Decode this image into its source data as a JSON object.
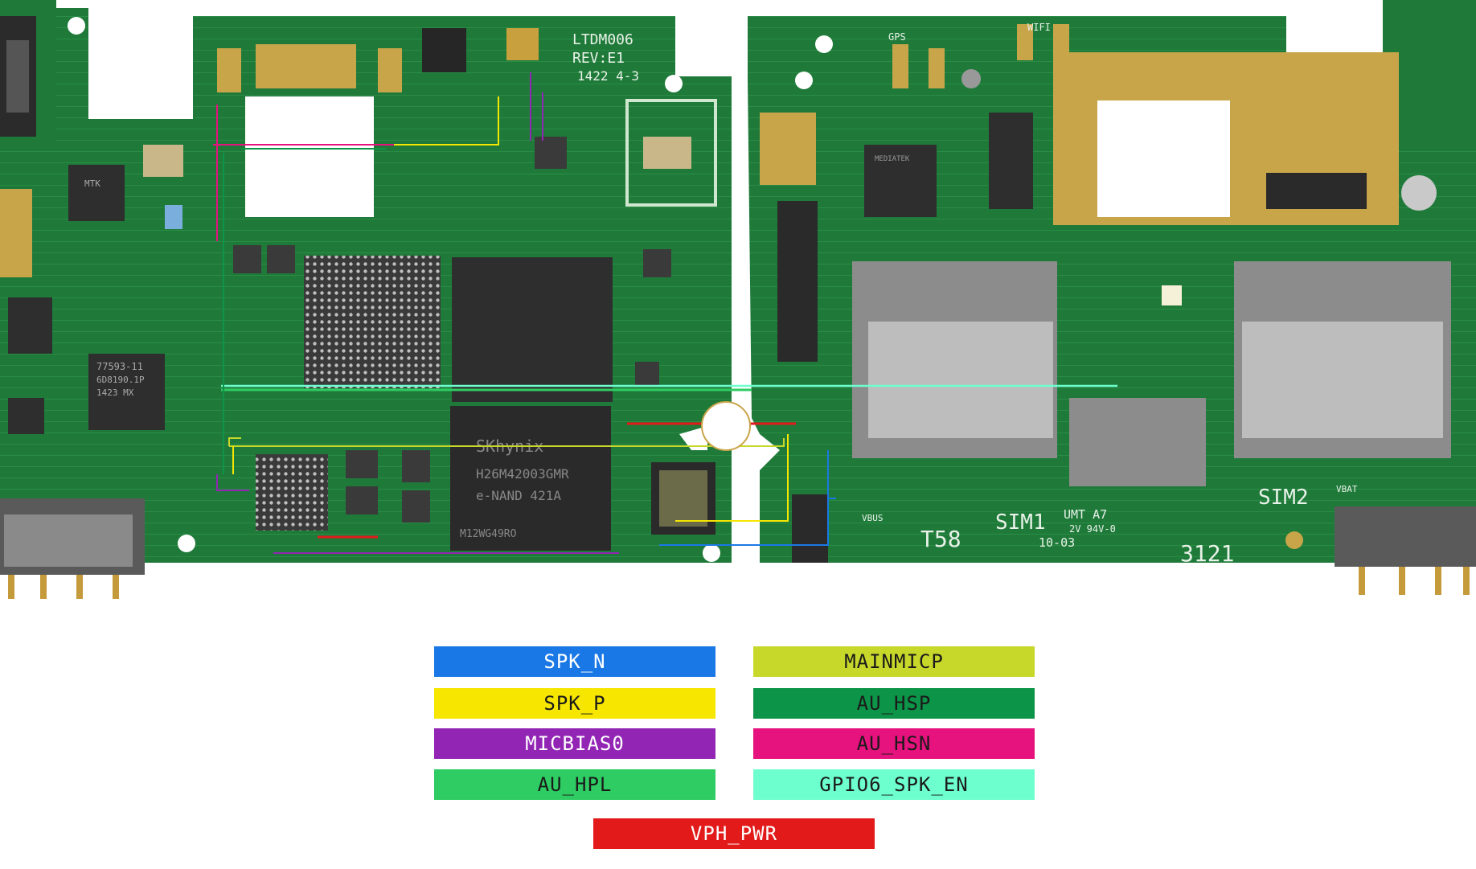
{
  "board_labels": {
    "left_model": "LTDM006",
    "left_rev": "REV:E1",
    "left_date": "1422 4-3",
    "memory_brand": "SKhynix",
    "memory_part": "H26M42003GMR",
    "memory_type": "e-NAND  421A",
    "memory_lot": "M12WG49RO",
    "pa_chip_a": "MTK",
    "pa_chip_b": "77593-11",
    "pa_chip_b2": "6D8190.1P",
    "pa_chip_b3": "1423  MX",
    "right_wifi_chip": "MEDIATEK",
    "gps_label": "GPS",
    "wifi_label": "WIFI",
    "sim1": "SIM1",
    "sim2": "SIM2",
    "t58": "T58",
    "umt": "UMT A7",
    "umt2": "2V 94V-0",
    "umt3": "10-03",
    "code": "3121",
    "vbus": "VBUS",
    "vbat": "VBAT"
  },
  "legend": [
    {
      "label": "SPK_N",
      "color": "#1a78e6",
      "text_color": "#ffffff"
    },
    {
      "label": "MAINMICP",
      "color": "#c8d82a",
      "text_color": "#1a1a1a"
    },
    {
      "label": "SPK_P",
      "color": "#f7e600",
      "text_color": "#1a1a1a"
    },
    {
      "label": "AU_HSP",
      "color": "#0c9448",
      "text_color": "#1a1a1a"
    },
    {
      "label": "MICBIAS0",
      "color": "#9225b4",
      "text_color": "#ffffff"
    },
    {
      "label": "AU_HSN",
      "color": "#e6127e",
      "text_color": "#1a1a1a"
    },
    {
      "label": "AU_HPL",
      "color": "#2ecc63",
      "text_color": "#1a1a1a"
    },
    {
      "label": "GPIO6_SPK_EN",
      "color": "#6effcf",
      "text_color": "#1a1a1a"
    },
    {
      "label": "VPH_PWR",
      "color": "#e21a1a",
      "text_color": "#ffffff"
    }
  ]
}
